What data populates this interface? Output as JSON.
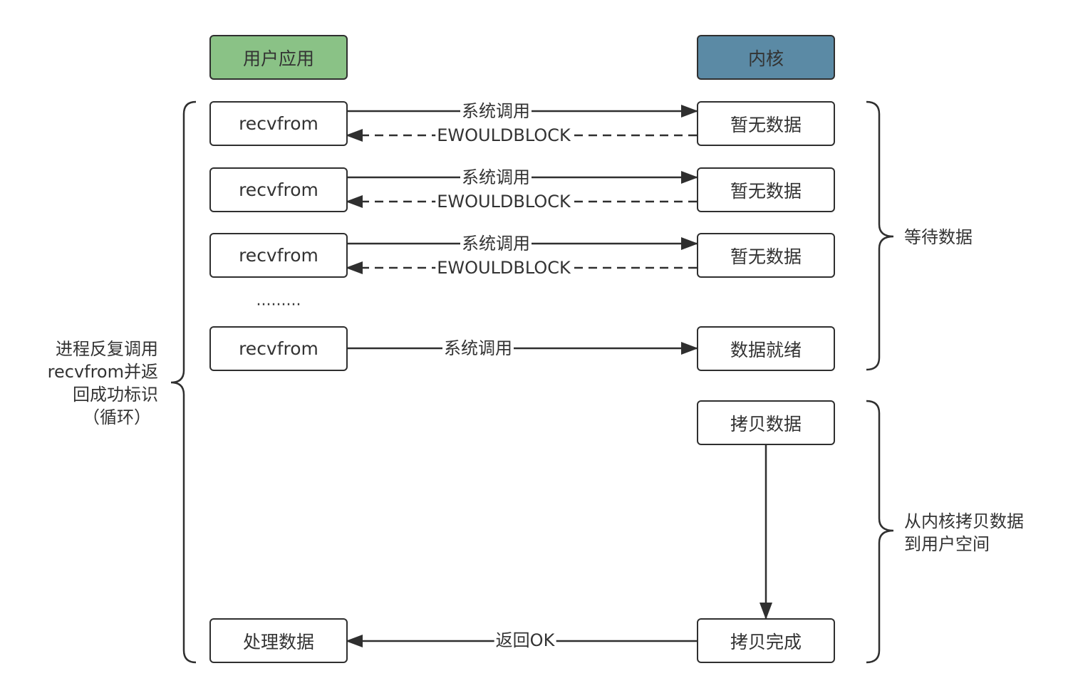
{
  "headers": {
    "user_app": "用户应用",
    "kernel": "内核"
  },
  "rounds": [
    {
      "user": "recvfrom",
      "kernel": "暂无数据",
      "call_label": "系统调用",
      "return_label": "EWOULDBLOCK"
    },
    {
      "user": "recvfrom",
      "kernel": "暂无数据",
      "call_label": "系统调用",
      "return_label": "EWOULDBLOCK"
    },
    {
      "user": "recvfrom",
      "kernel": "暂无数据",
      "call_label": "系统调用",
      "return_label": "EWOULDBLOCK"
    }
  ],
  "ellipsis": ".........",
  "final_round": {
    "user": "recvfrom",
    "kernel": "数据就绪",
    "call_label": "系统调用"
  },
  "copy": {
    "start": "拷贝数据",
    "done": "拷贝完成"
  },
  "process": {
    "user": "处理数据",
    "return_label": "返回OK"
  },
  "annotations": {
    "left_lines": [
      "进程反复调用",
      "recvfrom并返",
      "回成功标识",
      "（循环）"
    ],
    "wait": "等待数据",
    "copy_lines": [
      "从内核拷贝数据",
      "到用户空间"
    ]
  },
  "colors": {
    "user_header": "#8ac286",
    "kernel_header": "#5b8aa5",
    "stroke": "#2f2f2f"
  }
}
